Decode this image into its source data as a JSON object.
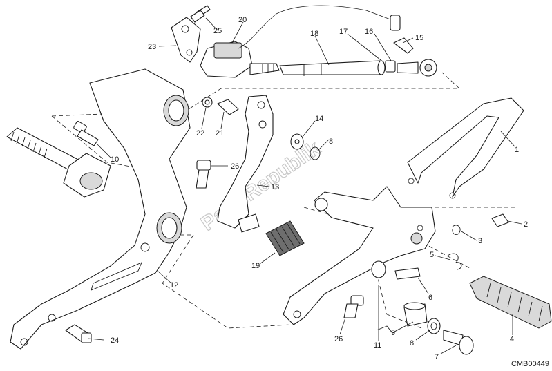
{
  "callouts": {
    "c1": "1",
    "c2": "2",
    "c3": "3",
    "c4": "4",
    "c5": "5",
    "c6": "6",
    "c7": "7",
    "c8a": "8",
    "c8b": "8",
    "c9": "9",
    "c10": "10",
    "c11": "11",
    "c12": "12",
    "c13": "13",
    "c14": "14",
    "c15": "15",
    "c16": "16",
    "c17": "17",
    "c18": "18",
    "c19": "19",
    "c20": "20",
    "c21": "21",
    "c22": "22",
    "c23": "23",
    "c24": "24",
    "c25": "25",
    "c26a": "26",
    "c26b": "26"
  },
  "watermark": "PartsRepublik",
  "reference_code": "CMB00449"
}
